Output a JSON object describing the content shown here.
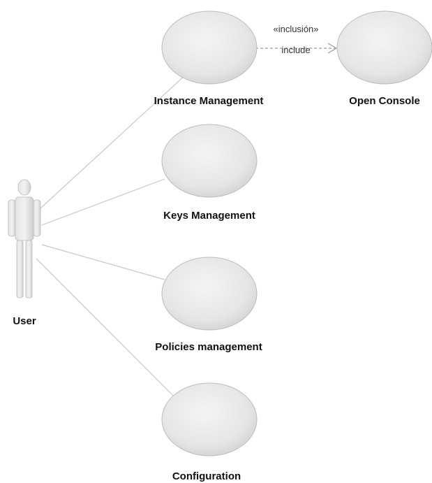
{
  "actor": {
    "label": "User"
  },
  "use_cases": {
    "instance_management": "Instance Management",
    "open_console": "Open Console",
    "keys_management": "Keys Management",
    "policies_management": "Policies management",
    "configuration": "Configuration"
  },
  "relationship": {
    "stereotype": "«inclusión»",
    "label": "include"
  }
}
